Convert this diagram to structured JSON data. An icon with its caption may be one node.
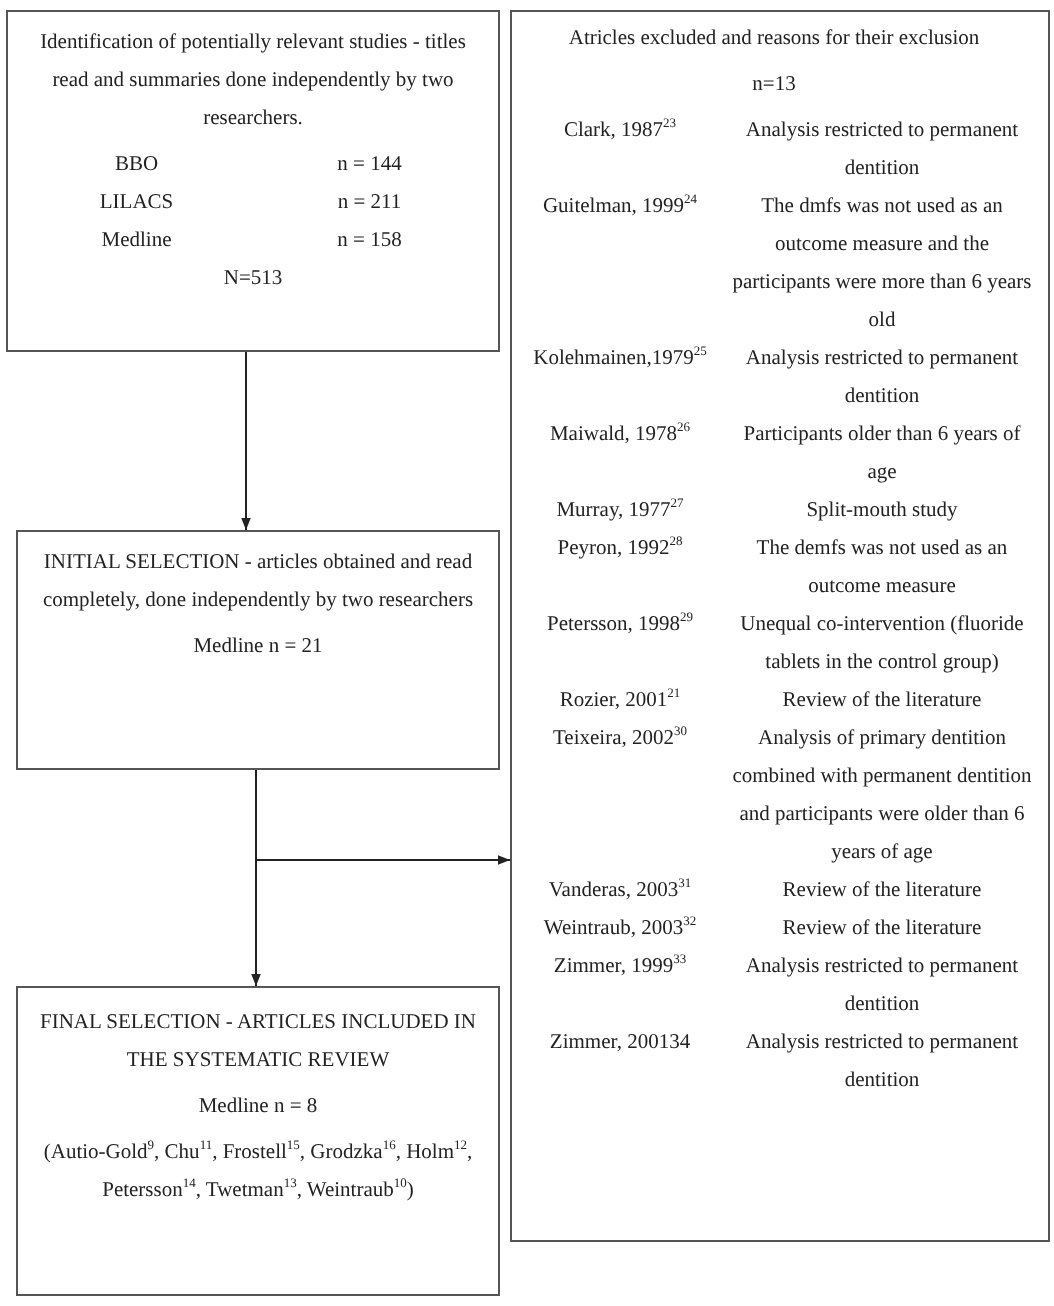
{
  "diagram": {
    "nodes": [
      {
        "text": [
          "Identification of potentially relevant studies - titles read and summaries done independently by two researchers.",
          "BBO",
          "n = 144",
          "LILACS",
          "n = 211",
          "Medline",
          "n = 158",
          "N=513"
        ]
      },
      {
        "text": [
          "INITIAL SELECTION - articles obtained and read completely, done independently by two researchers",
          "Medline n = 21"
        ]
      },
      {
        "text": [
          "FINAL SELECTION - ARTICLES INCLUDED IN THE SYSTEMATIC REVIEW",
          "Medline n = 8",
          "(Autio-Gold$^{9}$, Chu$^{11}$, Frostell$^{15}$, Grodzka$^{16}$, Holm$^{12}$, Petersson$^{14}$, Twetman$^{13}$, Weintraub$^{10}$)"
        ]
      },
      {
        "text": [
          "Atricles excluded and reasons for their exclusion",
          "n=13",
          "Clark, 1987$^{23}$",
          "Analysis restricted to permanent dentition",
          "Guitelman, 1999$^{24}$",
          "The dmfs was not used as an outcome measure and the participants were more than 6 years old",
          "Kolehmainen,1979$^{25}$",
          "Analysis restricted to permanent dentition",
          "Maiwald, 1978$^{26}$",
          "Participants older than 6 years of age",
          "Murray, 1977$^{27}$",
          "Split-mouth study",
          "Peyron, 1992$^{28}$",
          "The demfs was not used as an outcome measure",
          "Petersson, 1998$^{29}$",
          "Unequal co-intervention (fluoride tablets in the control group)",
          "Rozier, 2001$^{21}$",
          "Review of the literature",
          "Teixeira, 2002$^{30}$",
          "Analysis of primary dentition combined with permanent dentition and participants were older than 6 years of age",
          "Vanderas, 2003$^{31}$",
          "Review of the literature",
          "Weintraub, 2003$^{32}$",
          "Review of the literature",
          "Zimmer, 1999$^{33}$",
          "Analysis restricted to permanent dentition",
          "Zimmer, 200134",
          "Analysis restricted to permanent dentition"
        ]
      }
    ],
    "edges": [
      {
        "from": 0,
        "to": 1,
        "arrow": "to"
      },
      {
        "from": 1,
        "to": 2,
        "arrow": "to"
      },
      {
        "from": 1,
        "to": 3,
        "arrow": "to"
      }
    ]
  }
}
